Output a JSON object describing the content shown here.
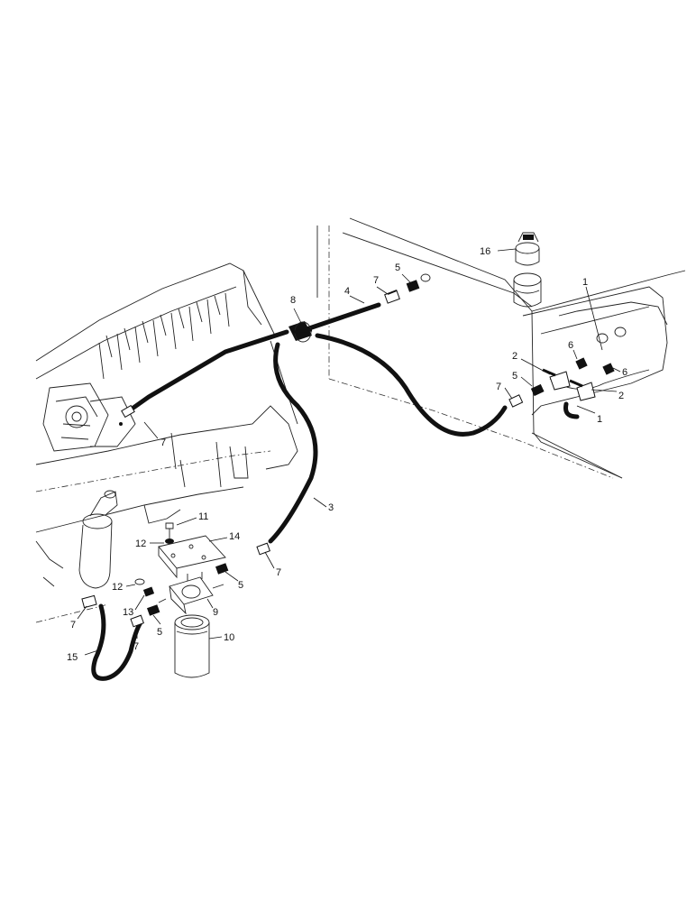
{
  "colors": {
    "ink": "#111111",
    "paper": "#ffffff"
  },
  "labels": {
    "l1a": "1",
    "l1b": "1",
    "l2a": "2",
    "l2b": "2",
    "l3": "3",
    "l4": "4",
    "l5a": "5",
    "l5b": "5",
    "l5c": "5",
    "l5d": "5",
    "l6a": "6",
    "l6b": "6",
    "l7a": "7",
    "l7b": "7",
    "l7c": "7",
    "l7d": "7",
    "l7e": "7",
    "l7f": "7",
    "l8": "8",
    "l9": "9",
    "l10": "10",
    "l11": "11",
    "l12a": "12",
    "l12b": "12",
    "l13": "13",
    "l14": "14",
    "l15": "15",
    "l16": "16"
  }
}
